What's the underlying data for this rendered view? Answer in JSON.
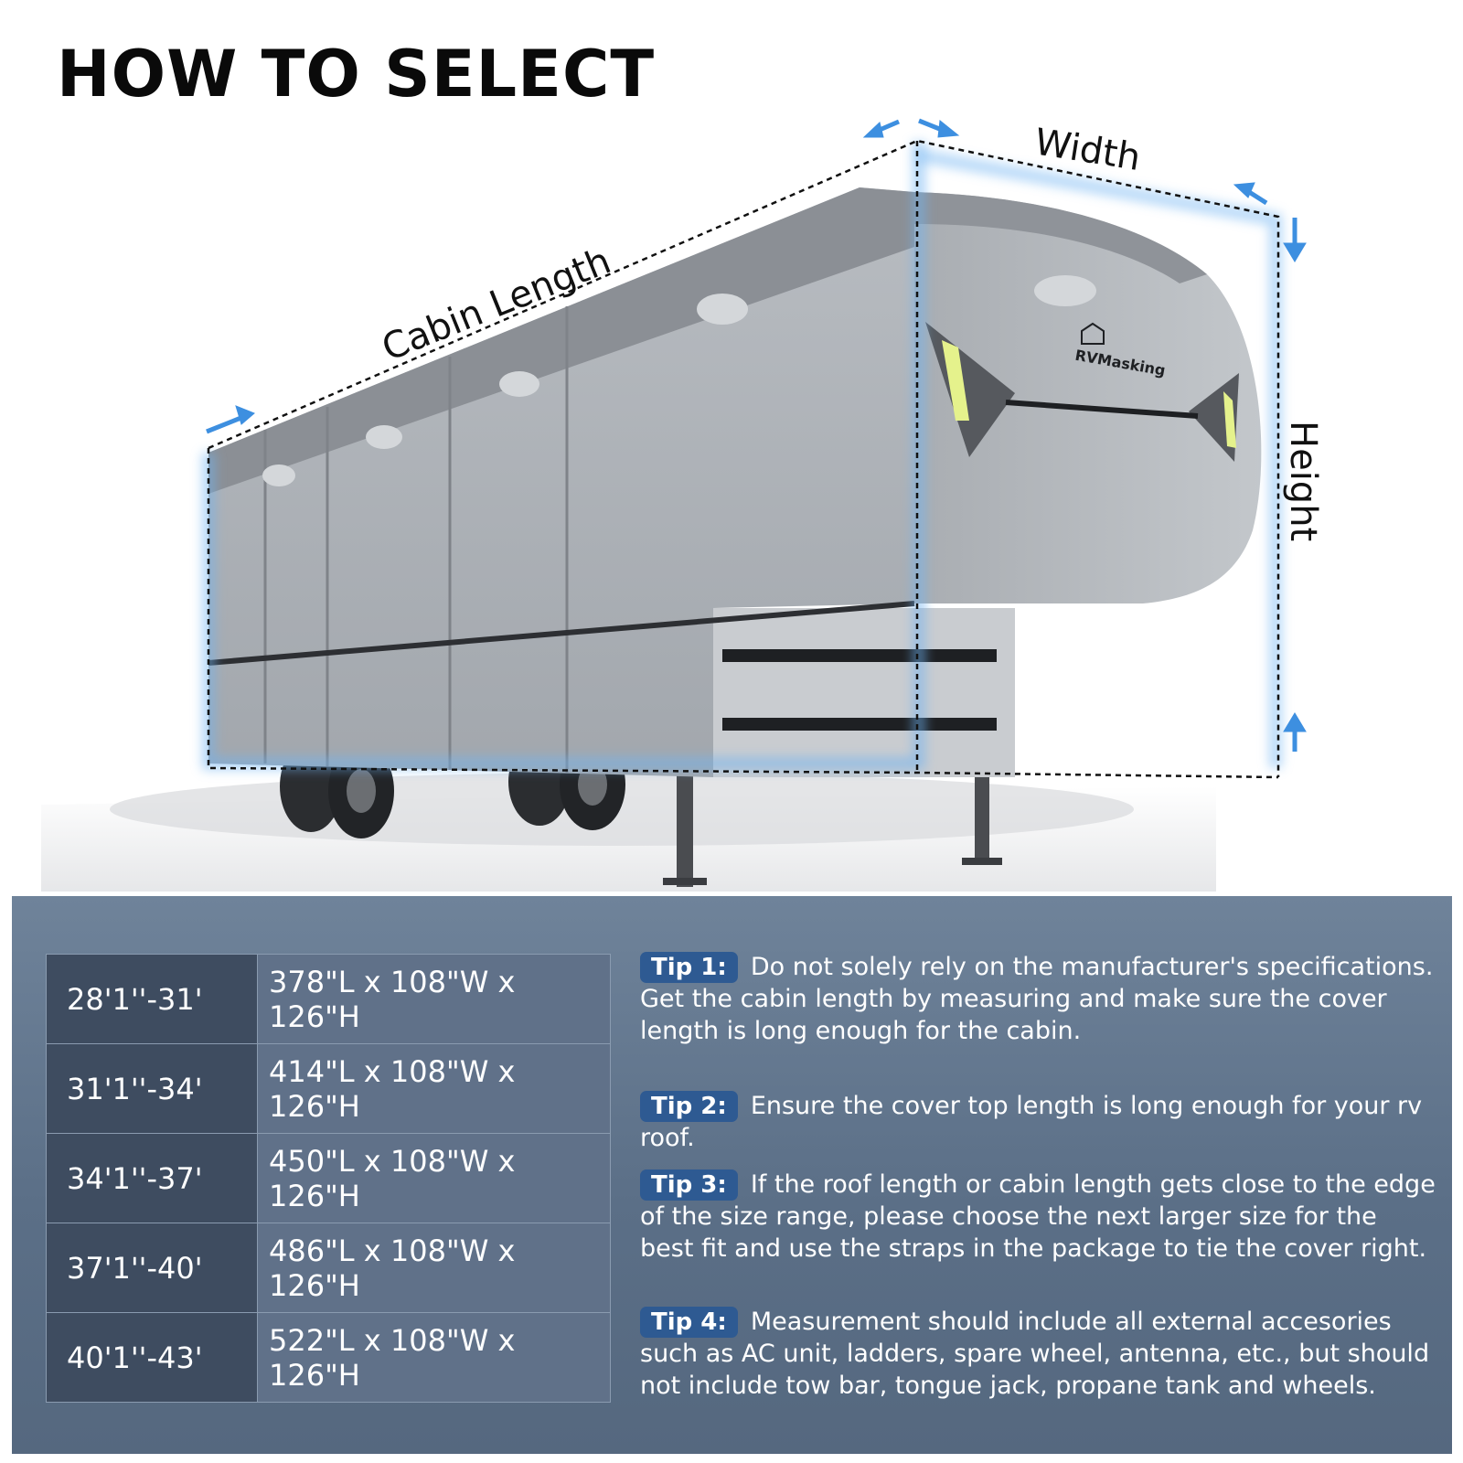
{
  "heading": "HOW TO SELECT",
  "diagram": {
    "cabin_length_label": "Cabin Length",
    "width_label": "Width",
    "height_label": "Height",
    "brand_logo_text": "RVMasking",
    "accent_color": "#3d8fe0"
  },
  "size_table": {
    "rows": [
      {
        "range": "28'1''-31'",
        "dimensions": "378\"L x 108\"W x 126\"H"
      },
      {
        "range": "31'1''-34'",
        "dimensions": "414\"L x 108\"W x 126\"H"
      },
      {
        "range": "34'1''-37'",
        "dimensions": "450\"L x 108\"W x 126\"H"
      },
      {
        "range": "37'1''-40'",
        "dimensions": "486\"L x 108\"W x 126\"H"
      },
      {
        "range": "40'1''-43'",
        "dimensions": "522\"L x 108\"W x 126\"H"
      }
    ]
  },
  "tips": [
    {
      "label": "Tip 1:",
      "text": "Do not solely rely on the manufacturer's specifications. Get the cabin length by measuring and make sure the cover length is long enough for the cabin."
    },
    {
      "label": "Tip 2:",
      "text": "Ensure the cover top length is long enough for your rv roof."
    },
    {
      "label": "Tip 3:",
      "text": "If the roof length or cabin length gets close to the edge of the size range, please choose the next larger size for the best fit and use the straps in the package to tie the cover right."
    },
    {
      "label": "Tip 4:",
      "text": "Measurement should include all external accesories such as AC unit, ladders, spare wheel, antenna, etc., but should not include tow bar, tongue jack, propane tank and wheels."
    }
  ]
}
